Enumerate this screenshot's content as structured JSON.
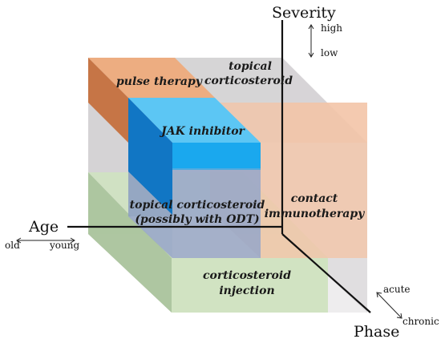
{
  "axes": {
    "severity": {
      "label": "Severity",
      "high": "high",
      "low": "low"
    },
    "age": {
      "label": "Age",
      "old": "old",
      "young": "young"
    },
    "phase": {
      "label": "Phase",
      "acute": "acute",
      "chronic": "chronic"
    }
  },
  "regions": {
    "pulse_therapy": {
      "label": "pulse therapy"
    },
    "topical_corticosteroid_top": {
      "line1": "topical",
      "line2": "corticosteroid"
    },
    "jak_inhibitor": {
      "label": "JAK inhibitor"
    },
    "topical_corticosteroid_odt": {
      "line1": "topical corticosteroid",
      "line2": "(possibly with ODT)"
    },
    "contact_immunotherapy": {
      "line1": "contact",
      "line2": "immunotherapy"
    },
    "corticosteroid_injection": {
      "line1": "corticosteroid",
      "line2": "injection"
    }
  },
  "colors": {
    "grey": "#d6d4d6",
    "orange": "#f2c4a8",
    "orange_dark": "#c46a36",
    "blue": "#1aa8ee",
    "blue_dark": "#1176c4",
    "green": "#cfe3bf",
    "green_side": "#a8c49a",
    "slate": "#9aa8c8"
  }
}
